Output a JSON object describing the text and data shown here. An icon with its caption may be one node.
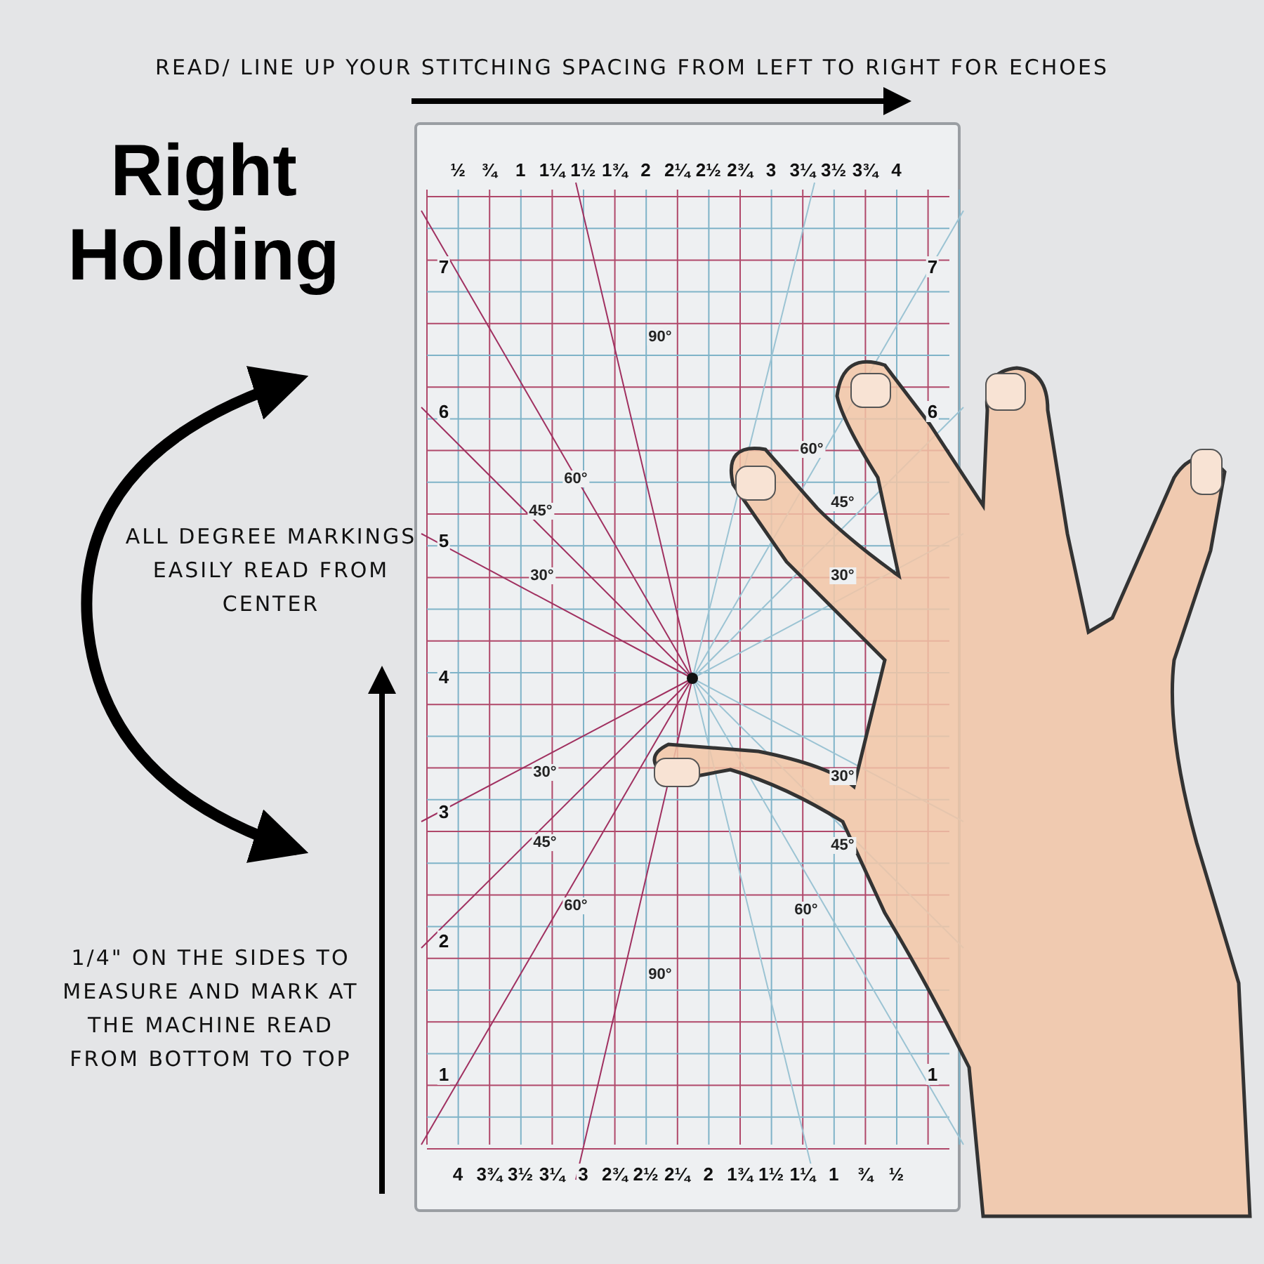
{
  "diagram": {
    "title": "Right Holding",
    "labels": [
      "READ/ LINE UP YOUR STITCHING SPACING FROM LEFT TO RIGHT FOR ECHOES",
      "ALL DEGREE MARKINGS EASILY READ FROM CENTER",
      "1/4\" ON THE SIDES TO MEASURE AND MARK AT THE MACHINE READ FROM BOTTOM TO TOP",
      "½",
      "¾",
      "1",
      "1¼",
      "1½",
      "1¾",
      "2",
      "2¼",
      "2½",
      "2¾",
      "3",
      "3¼",
      "3½",
      "3¾",
      "4",
      "7",
      "6",
      "5",
      "4",
      "3",
      "2",
      "1",
      "7",
      "6",
      "1",
      "90°",
      "60°",
      "45°",
      "30°",
      "60°",
      "45°",
      "30°",
      "30°",
      "45°",
      "60°",
      "30°",
      "45°",
      "60°",
      "90°",
      "4",
      "3¾",
      "3½",
      "3¼",
      "3",
      "2¾",
      "2½",
      "2¼",
      "2",
      "1¾",
      "1½",
      "1¼",
      "1",
      "¾",
      "½"
    ]
  }
}
